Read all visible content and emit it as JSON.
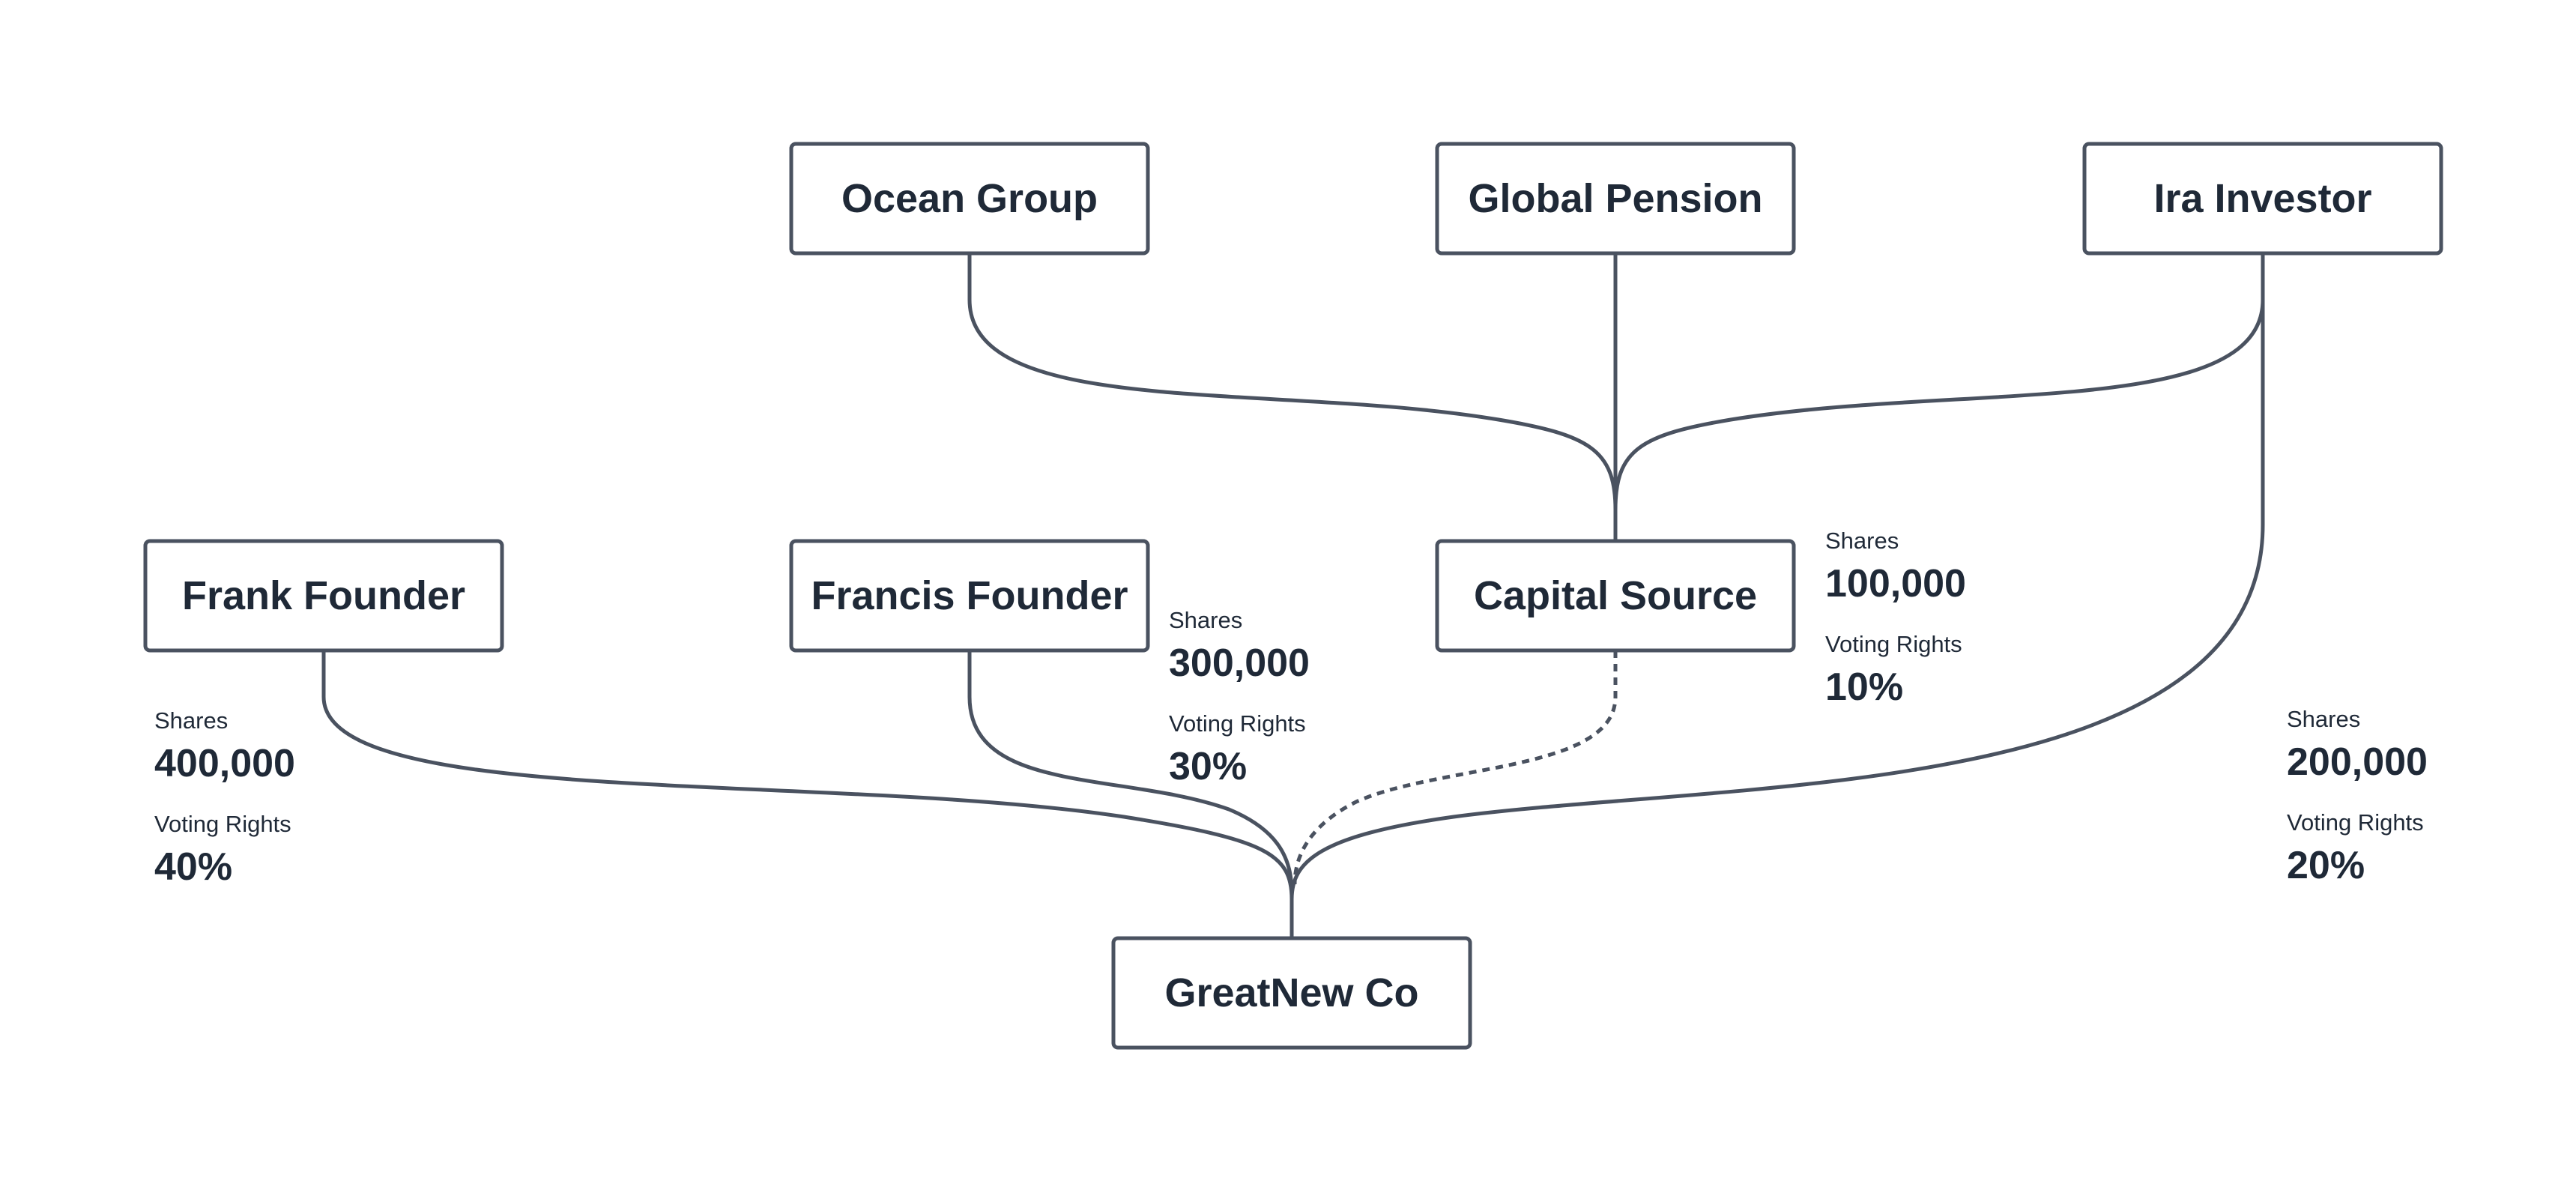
{
  "nodes": {
    "ocean": "Ocean Group",
    "pension": "Global Pension",
    "ira": "Ira Investor",
    "frank": "Frank Founder",
    "francis": "Francis Founder",
    "capital": "Capital Source",
    "greatnew": "GreatNew Co"
  },
  "stats": {
    "frank": {
      "shares_label": "Shares",
      "shares": "400,000",
      "voting_label": "Voting Rights",
      "voting": "40%"
    },
    "francis": {
      "shares_label": "Shares",
      "shares": "300,000",
      "voting_label": "Voting Rights",
      "voting": "30%"
    },
    "capital": {
      "shares_label": "Shares",
      "shares": "100,000",
      "voting_label": "Voting Rights",
      "voting": "10%"
    },
    "ira": {
      "shares_label": "Shares",
      "shares": "200,000",
      "voting_label": "Voting Rights",
      "voting": "20%"
    }
  }
}
